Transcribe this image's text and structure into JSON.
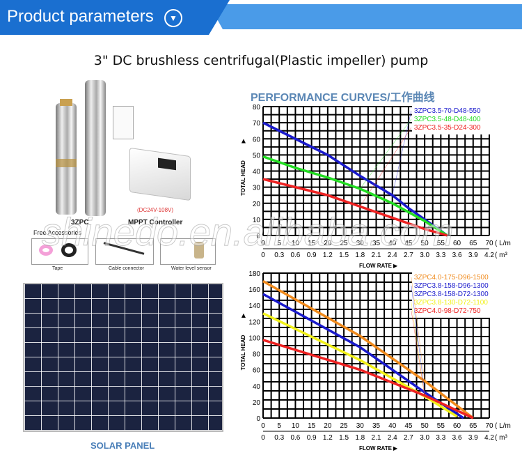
{
  "header": {
    "title": "Product parameters",
    "icon": "chevron-down-circle-icon",
    "color": "#1a6fd0"
  },
  "main_title": "3\" DC brushless centrifugal(Plastic impeller) pump",
  "products": {
    "pump_label": "3ZPC",
    "controller_label": "MPPT Controller",
    "controller_voltage": "(DC24V-108V)",
    "accessories_title": "Free Accessories",
    "accessories": [
      "Tape",
      "Cable connector",
      "Water level sensor"
    ]
  },
  "solar_panel_label": "SOLAR PANEL",
  "performance_title": "PERFORMANCE CURVES/工作曲线",
  "watermark": "shinedo.en.alibaba.com",
  "chart_data": [
    {
      "type": "line",
      "ylabel": "TOTAL HEAD",
      "xlabel": "FLOW RATE",
      "x_unit": "( L/m",
      "x2_unit": "( m³",
      "xlim": [
        0,
        70
      ],
      "ylim": [
        0,
        80
      ],
      "yticks": [
        0,
        10,
        20,
        30,
        40,
        50,
        60,
        70,
        80
      ],
      "xticks": [
        0,
        5,
        10,
        15,
        20,
        25,
        30,
        35,
        40,
        45,
        50,
        55,
        60,
        65,
        70
      ],
      "x2ticks": [
        "0",
        "0.3",
        "0.6",
        "0.9",
        "1.2",
        "1.5",
        "1.8",
        "2.1",
        "2.4",
        "2.7",
        "3.0",
        "3.3",
        "3.6",
        "3.9",
        "4.2"
      ],
      "grid": true,
      "legend": "top-right",
      "series": [
        {
          "name": "3ZPC3.5-70-D48-550",
          "color": "#1a1acc",
          "points": [
            [
              0,
              70
            ],
            [
              10,
              60
            ],
            [
              20,
              50
            ],
            [
              30,
              37
            ],
            [
              40,
              25
            ],
            [
              45,
              17
            ],
            [
              50,
              10
            ],
            [
              57,
              0
            ]
          ]
        },
        {
          "name": "3ZPC3.5-48-D48-400",
          "color": "#22dd22",
          "points": [
            [
              0,
              49
            ],
            [
              10,
              42
            ],
            [
              20,
              36
            ],
            [
              30,
              29
            ],
            [
              40,
              20
            ],
            [
              50,
              9
            ],
            [
              57,
              0
            ]
          ]
        },
        {
          "name": "3ZPC3.5-35-D24-300",
          "color": "#ee2222",
          "points": [
            [
              0,
              35
            ],
            [
              10,
              30
            ],
            [
              20,
              25
            ],
            [
              30,
              18
            ],
            [
              40,
              11
            ],
            [
              50,
              4
            ],
            [
              57,
              0
            ]
          ]
        }
      ]
    },
    {
      "type": "line",
      "ylabel": "TOTAL HEAD",
      "xlabel": "FLOW RATE",
      "x_unit": "( L/m",
      "x2_unit": "( m³",
      "xlim": [
        0,
        70
      ],
      "ylim": [
        0,
        180
      ],
      "yticks": [
        0,
        20,
        40,
        60,
        80,
        100,
        120,
        140,
        160,
        180
      ],
      "xticks": [
        0,
        5,
        10,
        15,
        20,
        25,
        30,
        35,
        40,
        45,
        50,
        55,
        60,
        65,
        70
      ],
      "x2ticks": [
        "0",
        "0.3",
        "0.6",
        "0.9",
        "1.2",
        "1.5",
        "1.8",
        "2.1",
        "2.4",
        "2.7",
        "3.0",
        "3.3",
        "3.6",
        "3.9",
        "4.2"
      ],
      "grid": true,
      "legend": "top-right",
      "series": [
        {
          "name": "3ZPC4.0-175-D96-1500",
          "color": "#f08a1c",
          "points": [
            [
              0,
              170
            ],
            [
              30,
              102
            ],
            [
              50,
              46
            ],
            [
              65,
              0
            ]
          ]
        },
        {
          "name": "3ZPC3.8-158-D96-1300",
          "color": "#1a1acc",
          "points": [
            [
              0,
              154
            ],
            [
              30,
              88
            ],
            [
              50,
              32
            ],
            [
              62,
              0
            ]
          ]
        },
        {
          "name": "3ZPC3.8-158-D72-1300",
          "color": "#1a1acc",
          "points": []
        },
        {
          "name": "3ZPC3.8-130-D72-1100",
          "color": "#f2f21a",
          "points": [
            [
              0,
              130
            ],
            [
              30,
              72
            ],
            [
              50,
              27
            ],
            [
              60,
              2
            ]
          ]
        },
        {
          "name": "3ZPC4.0-98-D72-750",
          "color": "#ee2222",
          "points": [
            [
              0,
              97
            ],
            [
              30,
              60
            ],
            [
              50,
              28
            ],
            [
              65,
              0
            ]
          ]
        }
      ]
    }
  ]
}
